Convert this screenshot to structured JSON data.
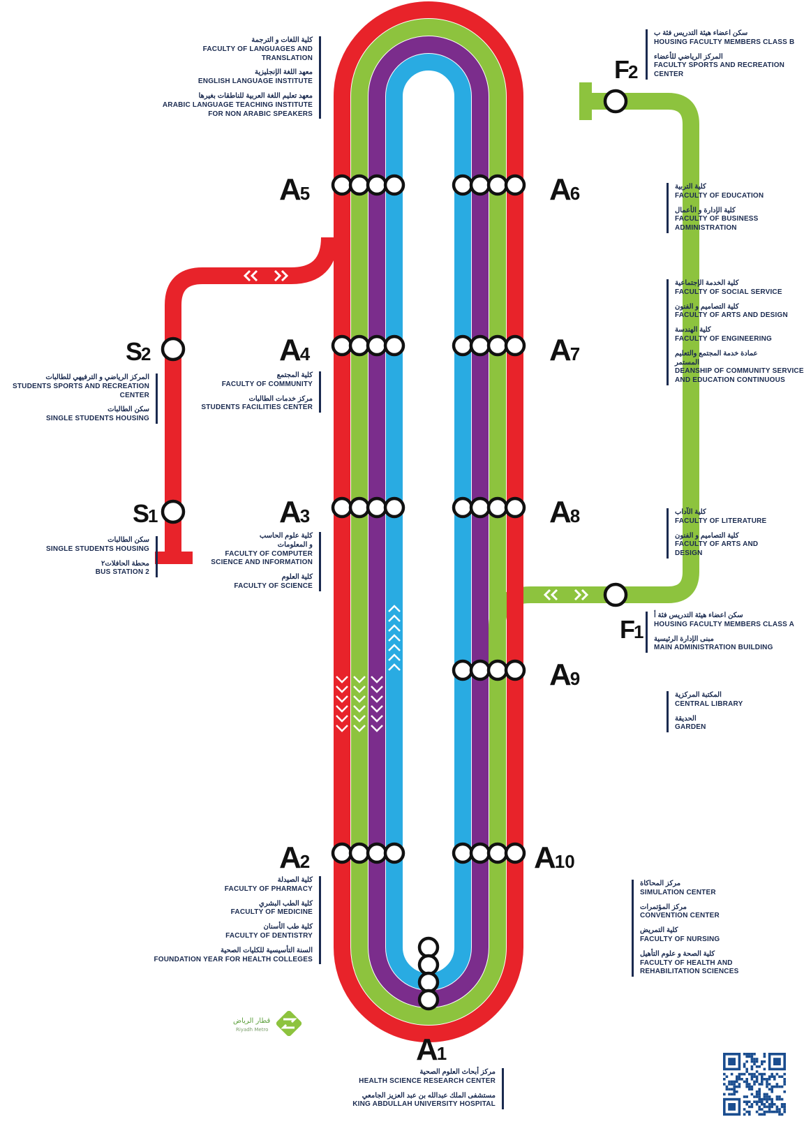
{
  "colors": {
    "red_line": "#e8232a",
    "green_line": "#8dc33e",
    "purple_line": "#7b2d8c",
    "blue_line": "#29abe2",
    "station_outline": "#111111",
    "text": "#1a2a4f"
  },
  "stations": {
    "A1": {
      "name": "A1",
      "labels": [
        "مركز أبحاث العلوم الصحية",
        "HEALTH SCIENCE RESEARCH CENTER",
        "مستشفى الملك عبدالله بن عبد العزيز الجامعي",
        "KING ABDULLAH UNIVERSITY HOSPITAL"
      ]
    },
    "A2": {
      "name": "A2",
      "labels": [
        "كلية الصيدلة",
        "FACULTY OF PHARMACY",
        "كلية الطب البشري",
        "FACULTY OF MEDICINE",
        "كلية طب الأسنان",
        "FACULTY OF DENTISTRY",
        "السنة التأسيسية للكليات الصحية",
        "FOUNDATION YEAR FOR HEALTH COLLEGES"
      ]
    },
    "A3": {
      "name": "A3",
      "labels": [
        "كلية علوم الحاسب",
        "و المعلومات",
        "FACULTY OF COMPUTER",
        "SCIENCE AND INFORMATION",
        "كلية العلوم",
        "FACULTY OF SCIENCE"
      ]
    },
    "A4": {
      "name": "A4",
      "labels": [
        "كلية المجتمع",
        "FACULTY OF COMMUNITY",
        "مركز خدمات الطالبات",
        "STUDENTS FACILITIES CENTER"
      ]
    },
    "A5": {
      "name": "A5",
      "labels": [
        "كلية اللغات و الترجمة",
        "FACULTY OF LANGUAGES AND",
        "TRANSLATION",
        "معهد اللغة الإنجليزية",
        "ENGLISH LANGUAGE INSTITUTE",
        "معهد تعليم اللغة العربية للناطقات بغيرها",
        "ARABIC LANGUAGE TEACHING INSTITUTE",
        "FOR NON ARABIC SPEAKERS"
      ]
    },
    "A6": {
      "name": "A6",
      "labels": [
        "كلية التربية",
        "FACULTY OF EDUCATION",
        "كلية الإدارة و الأعمال",
        "FACULTY OF BUSINESS",
        "ADMINISTRATION"
      ]
    },
    "A7": {
      "name": "A7",
      "labels": [
        "كلية الخدمة الإجتماعية",
        "FACULTY OF SOCIAL SERVICE",
        "كلية التصاميم و الفنون",
        "FACULTY OF ARTS AND DESIGN",
        "كلية الهندسة",
        "FACULTY OF ENGINEERING",
        "عمادة خدمة المجتمع والتعليم",
        "المستمر",
        "DEANSHIP OF COMMUNITY SERVICE",
        "AND EDUCATION CONTINUOUS"
      ]
    },
    "A8": {
      "name": "A8",
      "labels": [
        "كلية الآداب",
        "FACULTY OF LITERATURE",
        "كلية التصاميم و الفنون",
        "FACULTY OF ARTS AND",
        "DESIGN"
      ]
    },
    "A9": {
      "name": "A9",
      "labels": [
        "المكتبة المركزية",
        "CENTRAL LIBRARY",
        "الحديقة",
        "GARDEN"
      ]
    },
    "A10": {
      "name": "A10",
      "labels": [
        "مركز المحاكاة",
        "SIMULATION CENTER",
        "مركز المؤتمرات",
        "CONVENTION CENTER",
        "كلية التمريض",
        "FACULTY OF NURSING",
        "كلية الصحة و علوم التأهيل",
        "FACULTY OF HEALTH AND",
        "REHABILITATION SCIENCES"
      ]
    },
    "S1": {
      "name": "S1",
      "labels": [
        "سكن الطالبات",
        "SINGLE STUDENTS HOUSING",
        "محطة الحافلات٢",
        "BUS STATION 2"
      ]
    },
    "S2": {
      "name": "S2",
      "labels": [
        "المركز الرياضي و الترفيهي للطالبات",
        "STUDENTS SPORTS AND RECREATION",
        "CENTER",
        "سكن الطالبات",
        "SINGLE STUDENTS HOUSING"
      ]
    },
    "F1": {
      "name": "F1",
      "labels": [
        "سكن اعضاء هيئة التدريس فئة أ",
        "HOUSING FACULTY MEMBERS CLASS A",
        "مبنى الإدارة الرئيسية",
        "MAIN ADMINISTRATION BUILDING"
      ]
    },
    "F2": {
      "name": "F2",
      "labels": [
        "سكن اعضاء هيئة التدريس فئة ب",
        "HOUSING FACULTY MEMBERS CLASS B",
        "المركز الرياضي للأعضاء",
        "FACULTY SPORTS AND RECREATION",
        "CENTER"
      ]
    }
  },
  "logo": {
    "arabic": "قطار الرياض",
    "english": "Riyadh Metro"
  }
}
